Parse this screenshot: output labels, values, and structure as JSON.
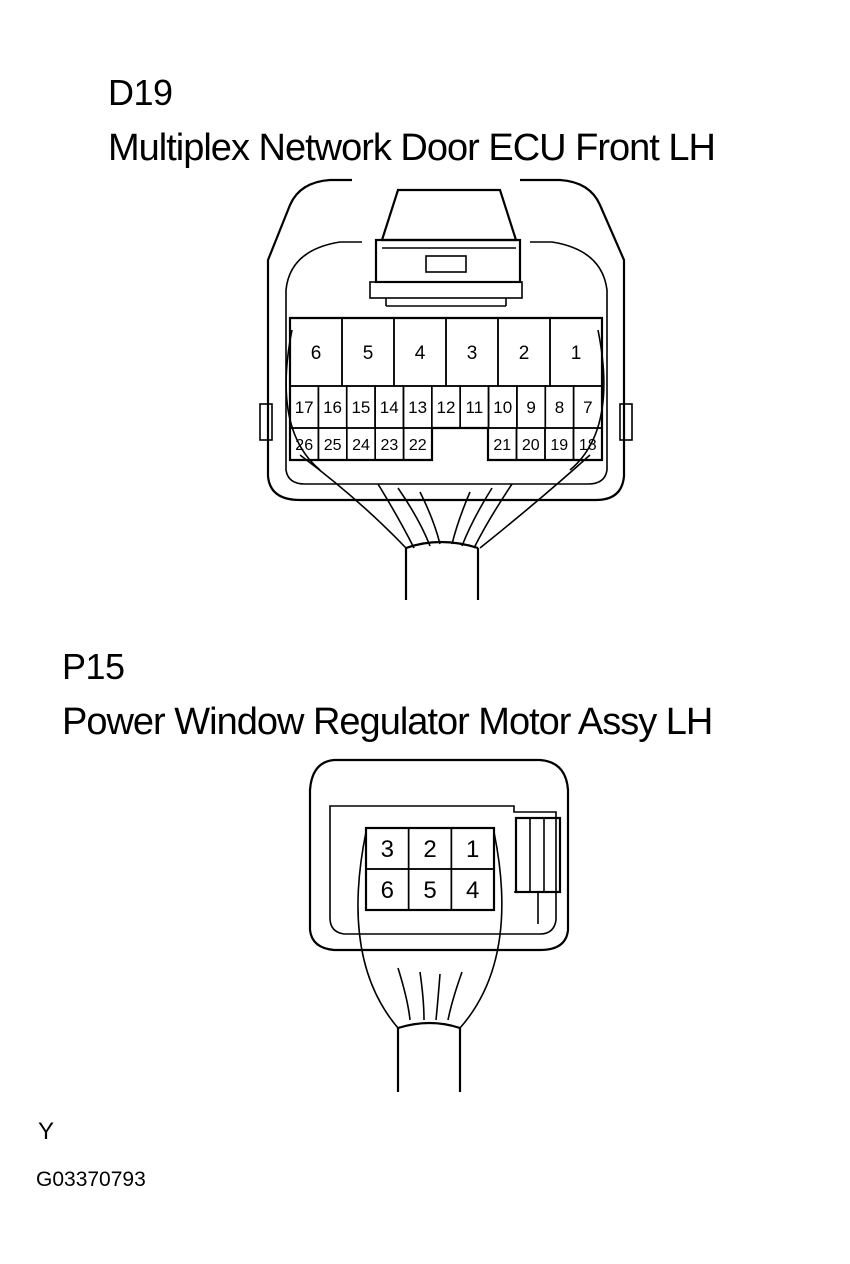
{
  "connectors": [
    {
      "code": "D19",
      "name": "Multiplex Network Door ECU Front LH",
      "pins": {
        "large": [
          "6",
          "5",
          "4",
          "3",
          "2",
          "1"
        ],
        "mid": [
          "17",
          "16",
          "15",
          "14",
          "13",
          "12",
          "11",
          "10",
          "9",
          "8",
          "7"
        ],
        "bottom_left": [
          "26",
          "25",
          "24",
          "23",
          "22"
        ],
        "bottom_right": [
          "21",
          "20",
          "19",
          "18"
        ]
      }
    },
    {
      "code": "P15",
      "name": "Power Window Regulator Motor Assy LH",
      "pins": {
        "top": [
          "3",
          "2",
          "1"
        ],
        "bottom": [
          "6",
          "5",
          "4"
        ]
      }
    }
  ],
  "footer": {
    "letter": "Y",
    "doc_id": "G03370793"
  }
}
